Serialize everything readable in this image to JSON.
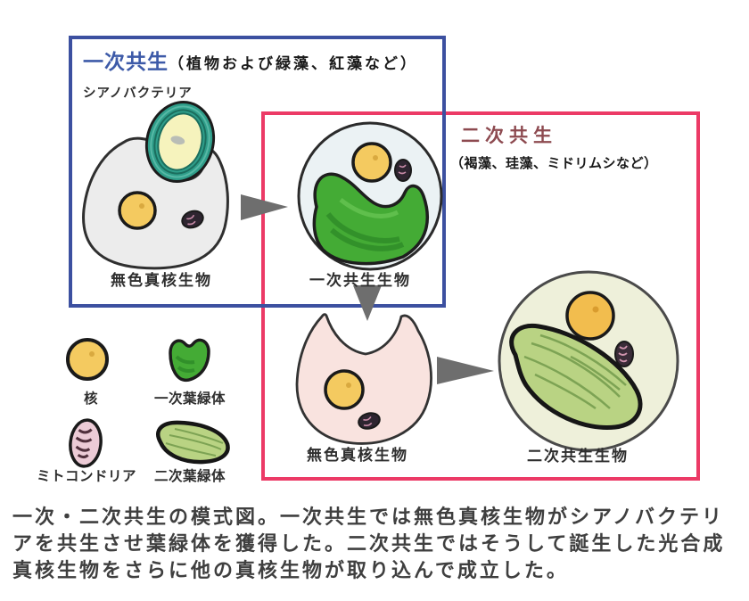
{
  "diagram": {
    "primary": {
      "title": "一次共生",
      "subtitle": "（植物および緑藻、紅藻など）",
      "cyanobacteria_label": "シアノバクテリア",
      "host_label": "無色真核生物",
      "result_label": "一次共生生物"
    },
    "secondary": {
      "title": "二次共生",
      "subtitle": "（褐藻、珪藻、ミドリムシなど）",
      "host_label": "無色真核生物",
      "result_label": "二次共生生物"
    },
    "legend": {
      "nucleus_label": "核",
      "primary_chloroplast_label": "一次葉緑体",
      "mitochondria_label": "ミトコンドリア",
      "secondary_chloroplast_label": "二次葉緑体"
    },
    "caption_lines": {
      "0": "一次・二次共生の模式図。一次共生では無色真核生物がシアノバクテリ",
      "1": "アを共生させ葉緑体を獲得した。二次共生ではそうして誕生した光合成",
      "2": "真核生物をさらに他の真核生物が取り込んで成立した。"
    },
    "colors": {
      "primary_box": "#3c50a0",
      "primary_title": "#3d5aa8",
      "secondary_box": "#ec3a66",
      "secondary_title": "#8d4a50",
      "arrow": "#6e6e6e",
      "nucleus_fill": "#f4ca60",
      "nucleus_fill_deep": "#f2bd4e",
      "host_cell_gray": "#ececec",
      "host_cell_pink": "#f9e3df",
      "primary_symbiont_fill": "#ebf2f4",
      "secondary_symbiont_fill": "#eef0da",
      "primary_chloroplast_fill": "#44ab35",
      "secondary_chloroplast_fill": "#b9d383",
      "cyanobacteria_ring": "#2f9e8a",
      "cyanobacteria_center": "#f6f3bd",
      "mitochondrion_fill": "#2e2530",
      "mitochondrion_legend_fill": "#eccbd6"
    }
  }
}
